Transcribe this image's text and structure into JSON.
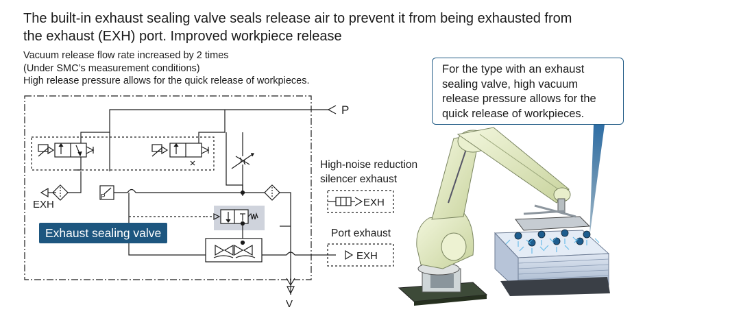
{
  "headline": {
    "line1": "The built-in exhaust sealing valve seals release air to prevent it from being exhausted from",
    "line2": "the exhaust (EXH) port. Improved workpiece release"
  },
  "subtext": {
    "line1": "Vacuum release flow rate increased by 2 times",
    "line2": "(Under SMC’s measurement conditions)",
    "line3": "High release pressure allows for the quick release of workpieces."
  },
  "circuit": {
    "port_p": "P",
    "port_exh": "EXH",
    "port_v": "V",
    "switch_p": "P",
    "exhaust_sealing_valve_label": "Exhaust sealing valve"
  },
  "silencer": {
    "title_line1": "High-noise reduction",
    "title_line2": "silencer exhaust",
    "exh_label": "EXH"
  },
  "port_exhaust": {
    "title": "Port exhaust",
    "exh_label": "EXH"
  },
  "callout": {
    "line1": "For the type with an exhaust",
    "line2": "sealing valve, high vacuum",
    "line3": "release pressure allows for the",
    "line4": "quick release of workpieces."
  },
  "colors": {
    "accent_blue": "#1d567f",
    "highlight_gray": "#cfd3dc",
    "robot_body": "#e4ecc4",
    "stack": "#c9d4e4"
  },
  "icons": [
    "robot-arm-illustration",
    "suction-cup-icon",
    "silencer-icon",
    "check-arrow-icon"
  ]
}
